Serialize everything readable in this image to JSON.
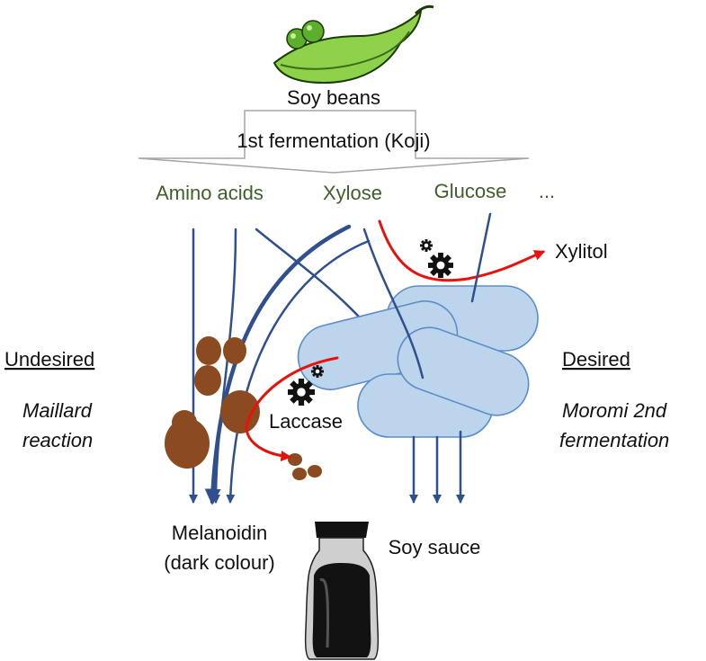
{
  "source": {
    "label": "Soy beans"
  },
  "step1": {
    "label": "1st fermentation (Koji)"
  },
  "products": {
    "amino_acids": "Amino acids",
    "xylose": "Xylose",
    "glucose": "Glucose",
    "more": "..."
  },
  "xylitol": "Xylitol",
  "undesired": {
    "title": "Undesired",
    "line1": "Maillard",
    "line2": "reaction"
  },
  "desired": {
    "title": "Desired",
    "line1": "Moromi 2nd",
    "line2": "fermentation"
  },
  "enzyme": "Laccase",
  "melanoidin": {
    "line1": "Melanoidin",
    "line2": "(dark colour)"
  },
  "soy_sauce": "Soy sauce",
  "colors": {
    "flow_line": "#2f4f8f",
    "enzyme_path": "#e8120c",
    "yeast_cell": "#bcd4ec",
    "melanoidin_blob": "#8b4a1f",
    "product_text": "#3f5f2a"
  },
  "icons": [
    "pea-pod-icon",
    "gear-icon",
    "soy-sauce-bottle-icon",
    "yeast-cell-icon",
    "melanoidin-blob-icon"
  ]
}
